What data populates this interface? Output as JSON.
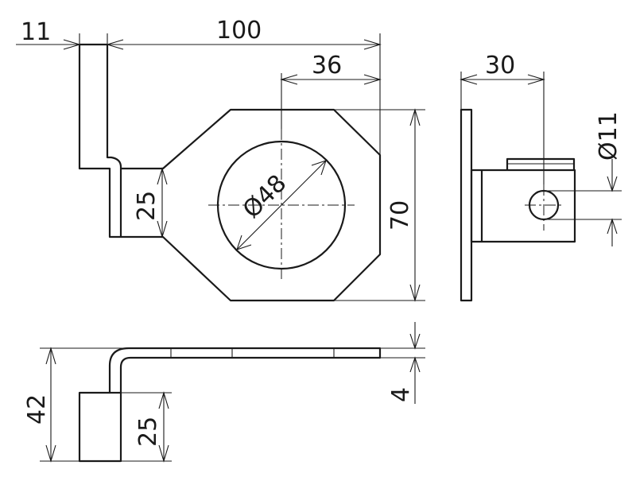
{
  "dimensions": {
    "d11_top": "11",
    "d100": "100",
    "d36": "36",
    "d30": "30",
    "dia11": "Ø11",
    "dia48": "Ø48",
    "d25_front": "25",
    "d70": "70",
    "d4": "4",
    "d42": "42",
    "d25_bottom": "25"
  },
  "colors": {
    "line": "#1a1a1a",
    "background": "#ffffff"
  }
}
